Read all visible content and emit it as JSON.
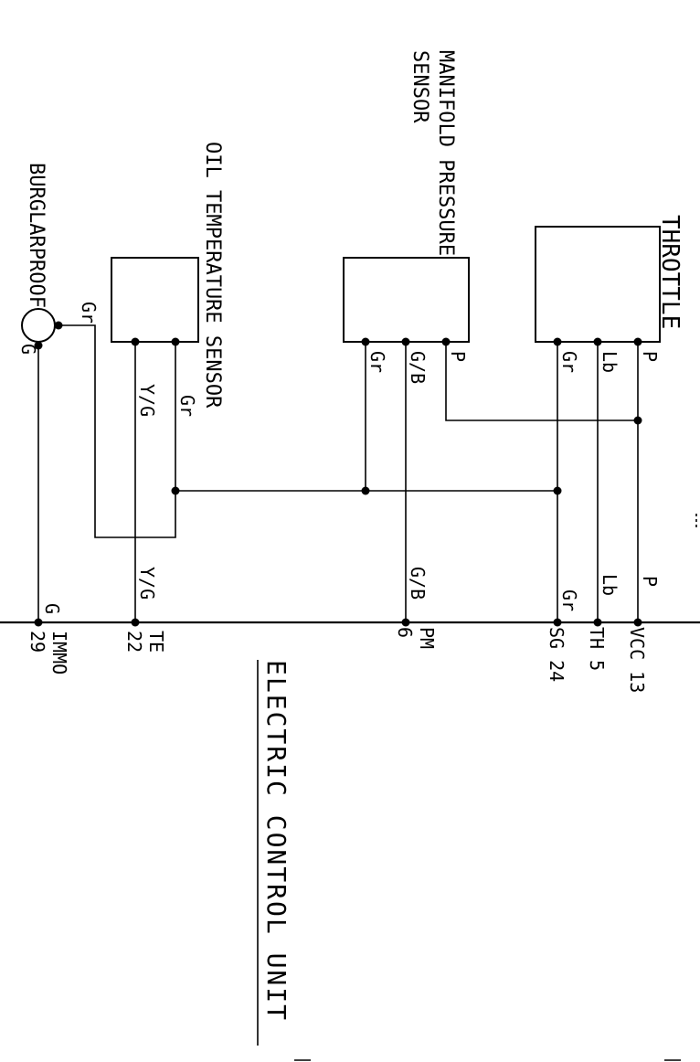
{
  "components": {
    "throttle": "THROTTLE",
    "map_sensor_line1": "MANIFOLD PRESSURE",
    "map_sensor_line2": "SENSOR",
    "oil_temp_sensor": "OIL TEMPERATURE SENSOR",
    "burglarproof": "BURGLARPROOF"
  },
  "wires": {
    "throttle_p": "P",
    "throttle_lb": "Lb",
    "throttle_gr": "Gr",
    "map_p": "P",
    "map_gb": "G/B",
    "map_gr": "Gr",
    "oil_gr": "Gr",
    "oil_yg": "Y/G",
    "burglar_gr": "Gr",
    "burglar_g": "G",
    "ecu_p": "P",
    "ecu_lb": "Lb",
    "ecu_gr": "Gr",
    "ecu_gb": "G/B",
    "ecu_yg": "Y/G",
    "ecu_g": "G"
  },
  "ecu": {
    "title": "ELECTRIC CONTROL UNIT",
    "pins": {
      "vcc": "VCC 13",
      "th": "TH  5",
      "sg": "SG  24",
      "pm_name": "PM",
      "pm_num": "6",
      "te_name": "TE",
      "te_num": "22",
      "immo_name": "IMMO",
      "immo_num": "29"
    }
  }
}
